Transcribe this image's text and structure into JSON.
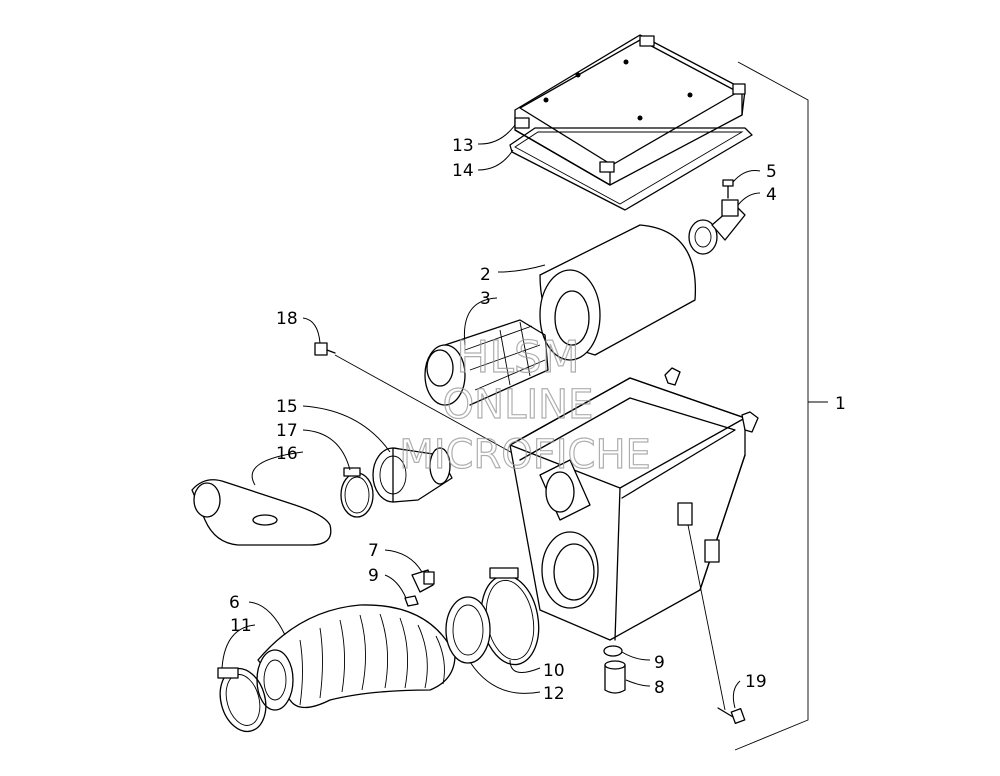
{
  "callouts": {
    "c1": "1",
    "c2": "2",
    "c3": "3",
    "c4": "4",
    "c5": "5",
    "c6": "6",
    "c7": "7",
    "c8": "8",
    "c9a": "9",
    "c9b": "9",
    "c10": "10",
    "c11": "11",
    "c12": "12",
    "c13": "13",
    "c14": "14",
    "c15": "15",
    "c16": "16",
    "c17": "17",
    "c18": "18",
    "c19": "19"
  },
  "watermark": {
    "line1": "HLSM",
    "line2": "ONLINE",
    "line3": "MICROFICHE"
  }
}
